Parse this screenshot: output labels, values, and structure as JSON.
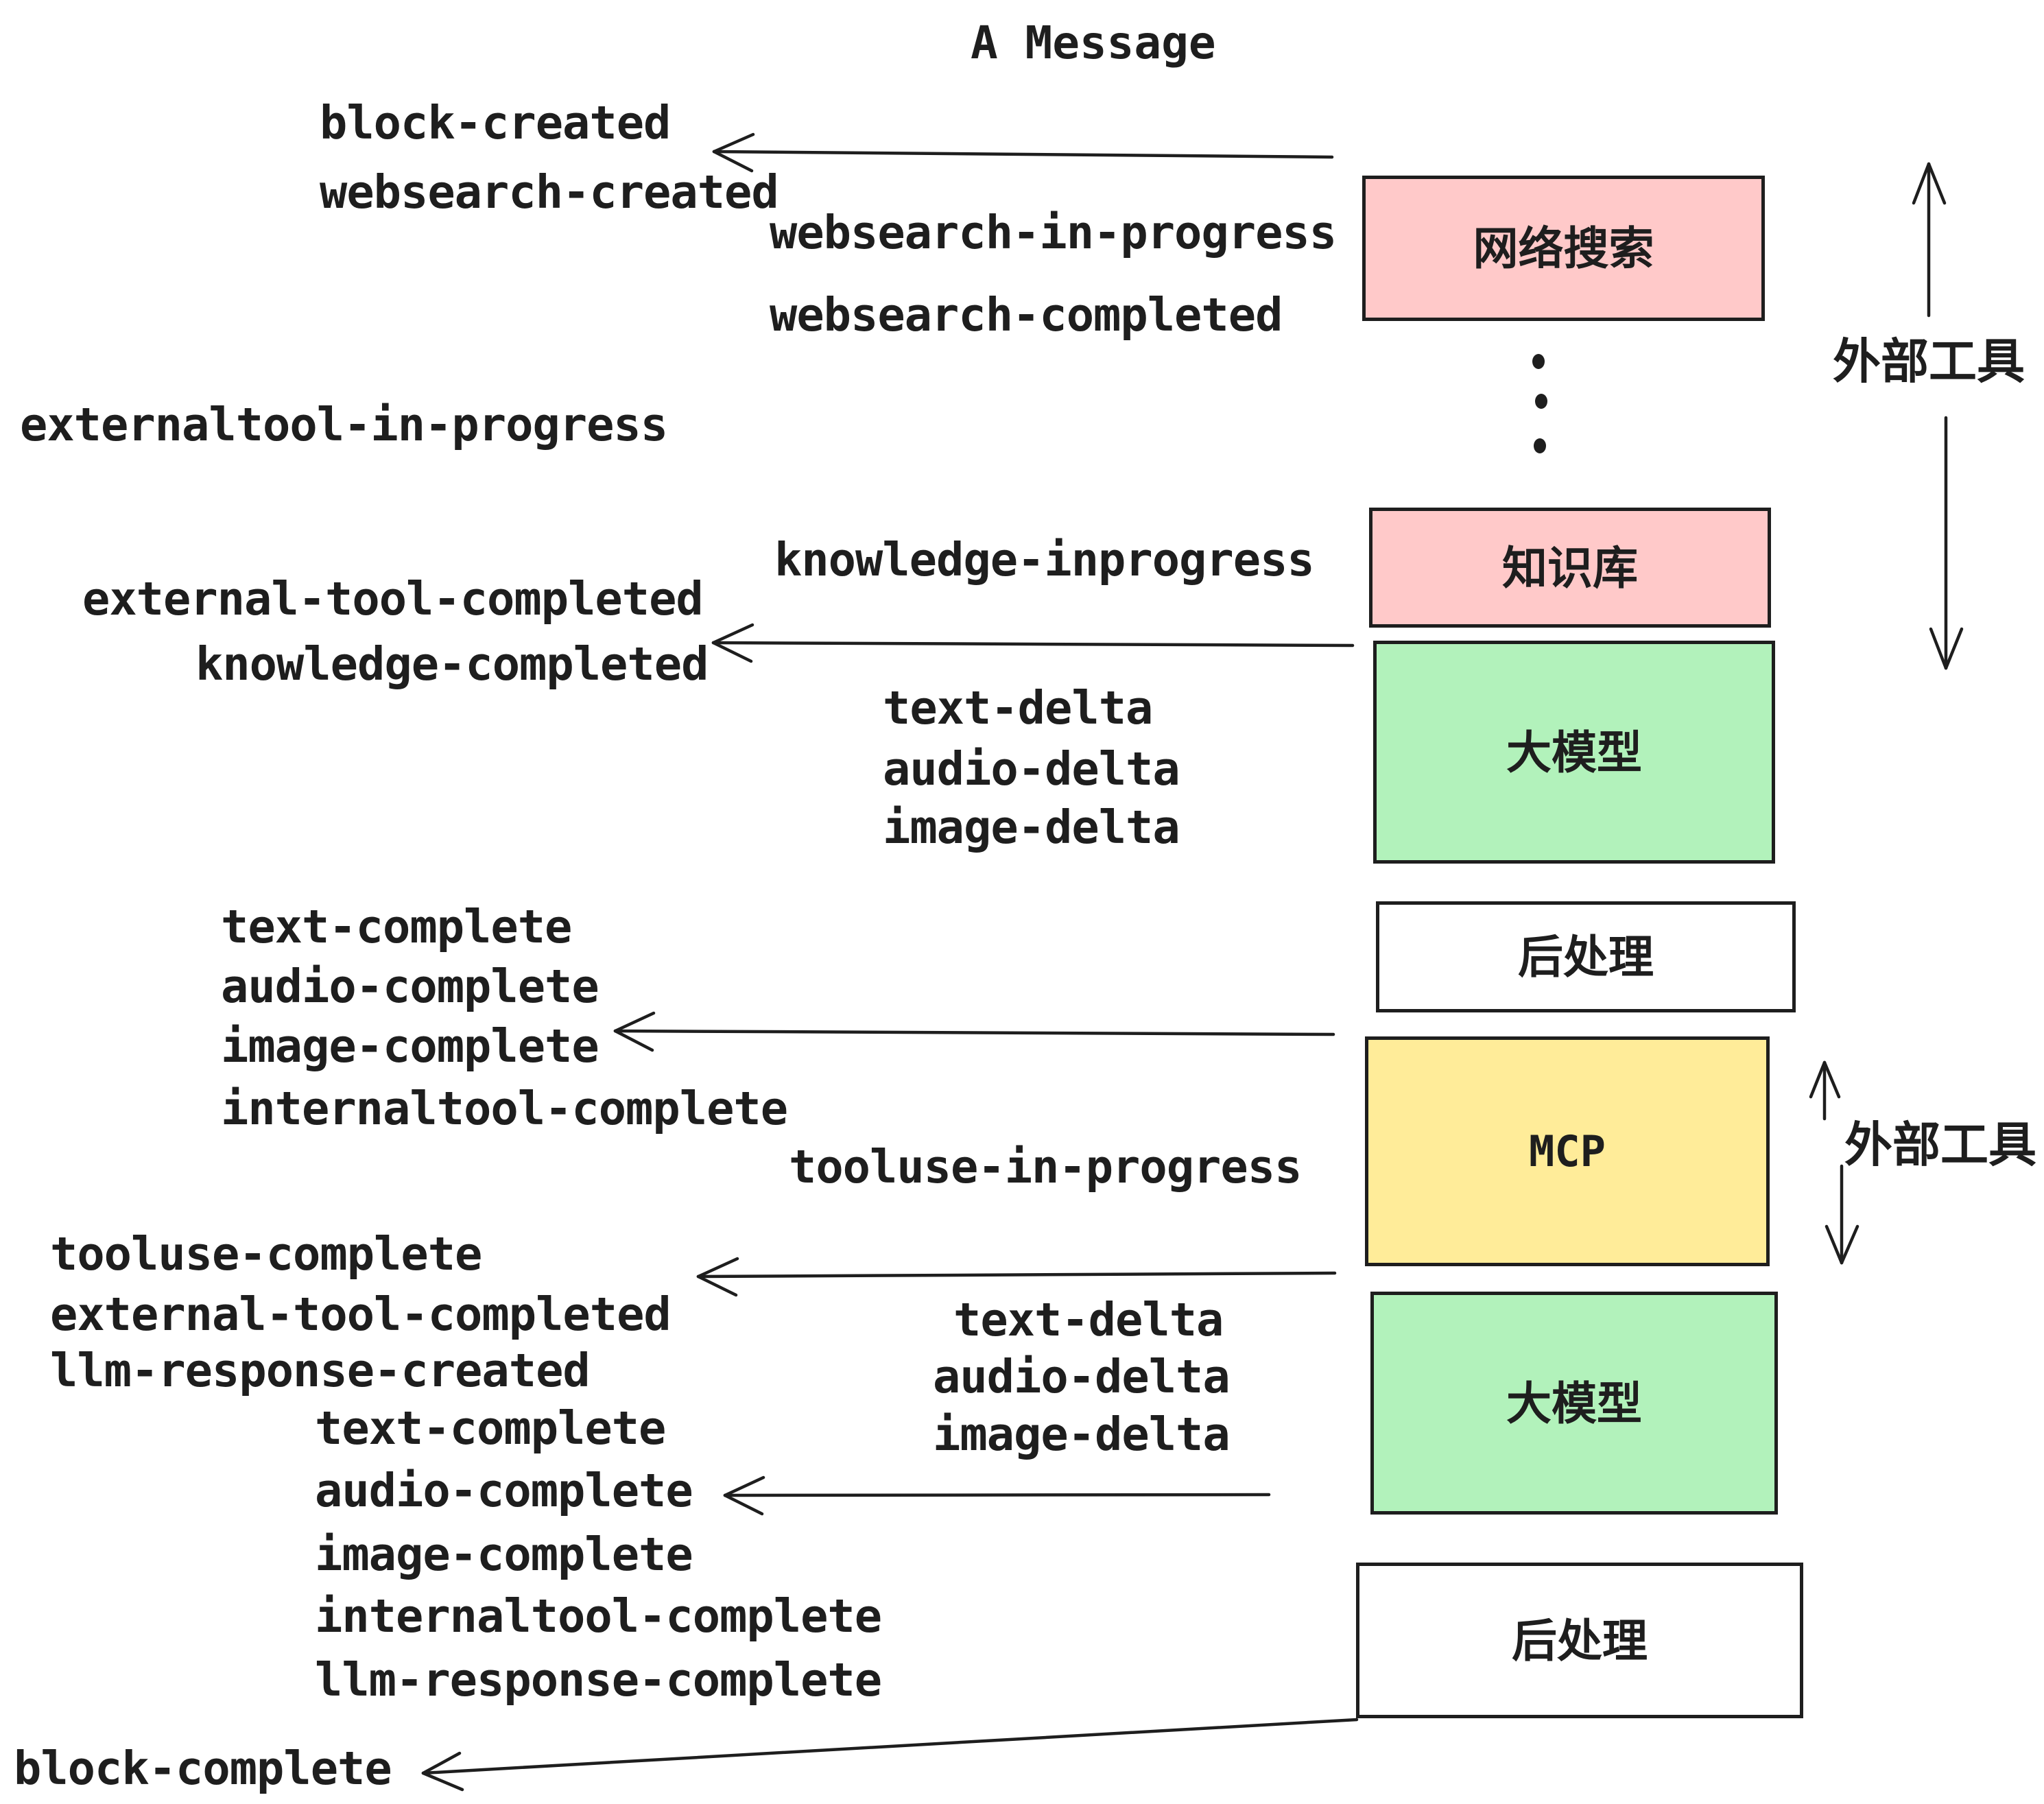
{
  "title": "A Message",
  "colors": {
    "ink": "#1e1e1e",
    "pink": "#ffc9c9",
    "green": "#b2f2bb",
    "yellow": "#ffec99",
    "white": "#ffffff",
    "background": "#ffffff"
  },
  "boxes": {
    "websearch": {
      "label": "网络搜索"
    },
    "knowledge": {
      "label": "知识库"
    },
    "llm1": {
      "label": "大模型"
    },
    "post1": {
      "label": "后处理"
    },
    "mcp": {
      "label": "MCP"
    },
    "llm2": {
      "label": "大模型"
    },
    "post2": {
      "label": "后处理"
    }
  },
  "side_labels": {
    "external_tools_top": "外部工具",
    "external_tools_bottom": "外部工具"
  },
  "events": {
    "block_created": "block-created",
    "websearch_created": "websearch-created",
    "websearch_in_progress": "websearch-in-progress",
    "websearch_completed": "websearch-completed",
    "externaltool_in_progress": "externaltool-in-progress",
    "knowledge_inprogress": "knowledge-inprogress",
    "external_tool_completed": "external-tool-completed",
    "knowledge_completed": "knowledge-completed",
    "text_delta": "text-delta",
    "audio_delta": "audio-delta",
    "image_delta": "image-delta",
    "text_complete": "text-complete",
    "audio_complete": "audio-complete",
    "image_complete": "image-complete",
    "internaltool_complete": "internaltool-complete",
    "tooluse_in_progress": "tooluse-in-progress",
    "tooluse_complete": "tooluse-complete",
    "external_tool_completed_2": "external-tool-completed",
    "llm_response_created": "llm-response-created",
    "text_delta_2": "text-delta",
    "audio_delta_2": "audio-delta",
    "image_delta_2": "image-delta",
    "text_complete_2": "text-complete",
    "audio_complete_2": "audio-complete",
    "image_complete_2": "image-complete",
    "internaltool_complete_2": "internaltool-complete",
    "llm_response_complete": "llm-response-complete",
    "block_complete": "block-complete"
  }
}
